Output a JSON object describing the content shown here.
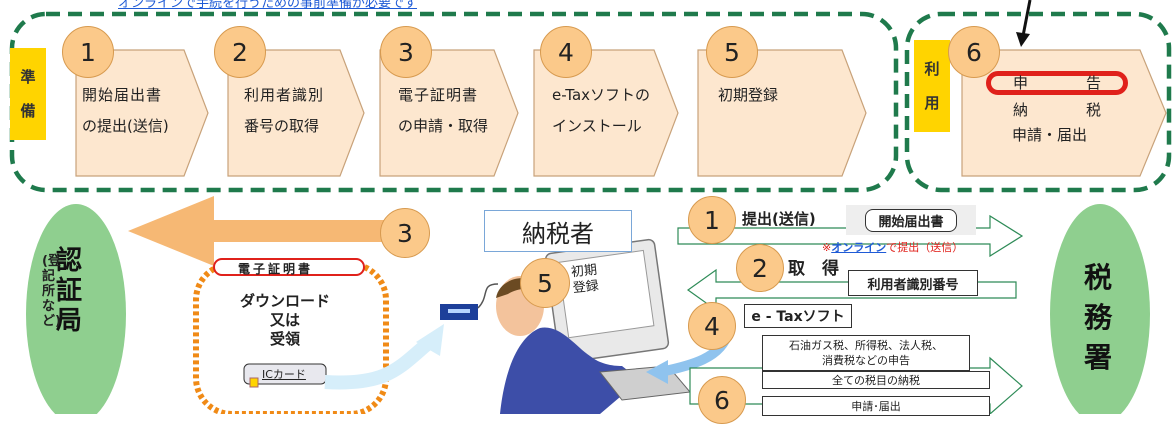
{
  "top_note": "オンラインで手続を行うための事前準備が必要です",
  "prep": {
    "tag": [
      "準",
      "備"
    ],
    "steps": [
      {
        "num": "1",
        "lines": [
          "開始届出書",
          "の提出(送信)"
        ]
      },
      {
        "num": "2",
        "lines": [
          "利用者識別",
          "番号の取得"
        ]
      },
      {
        "num": "3",
        "lines": [
          "電子証明書",
          "の申請・取得"
        ]
      },
      {
        "num": "4",
        "lines": [
          "e-Taxソフトの",
          "インストール"
        ]
      },
      {
        "num": "5",
        "lines": [
          "初期登録"
        ]
      }
    ]
  },
  "use": {
    "tag": [
      "利",
      "用"
    ],
    "step": {
      "num": "6",
      "line1_left": "申",
      "line1_right": "告",
      "line2_left": "納",
      "line2_right": "税",
      "line3": "申請・届出"
    }
  },
  "lower": {
    "cert_authority": {
      "main": [
        "認",
        "証",
        "局"
      ],
      "sub": "(登記所など)"
    },
    "tax_office": [
      "税",
      "務",
      "署"
    ],
    "taxpayer": "納税者",
    "num3": "3",
    "num5": "5",
    "num1": "1",
    "num2": "2",
    "num4": "4",
    "num6": "6",
    "e_cert_title": "電子証明書",
    "e_cert_lines": [
      "ダウンロード",
      "又は",
      "受領"
    ],
    "ic_card": "ICカード",
    "init_reg": [
      "初期",
      "登録"
    ],
    "submit_label": "提出(送信)",
    "kaishi_doc": "開始届出書",
    "online_note_prefix": "※",
    "online_note_word": "オンライン",
    "online_note_suffix": "で提出（送信）",
    "acquire_label": "取　得",
    "user_id_box": "利用者識別番号",
    "etax_box": "e - Taxソフト",
    "decl_box": [
      "石油ガス税、所得税、法人税、",
      "消費税などの申告"
    ],
    "pay_box": "全ての税目の納税",
    "app_box": "申請･届出"
  },
  "colors": {
    "dashed_green": "#1f7a4c",
    "step_fill": "#fde7cf",
    "step_stroke": "#c8a27a",
    "number_fill": "#fbc98a",
    "tag_yellow": "#ffd400",
    "oval_green": "#8fcf8f",
    "arrow_orange": "#f6b874",
    "dotted_orange": "#f08a16",
    "red": "#e0211b",
    "online_blue": "#1f5bd6"
  }
}
